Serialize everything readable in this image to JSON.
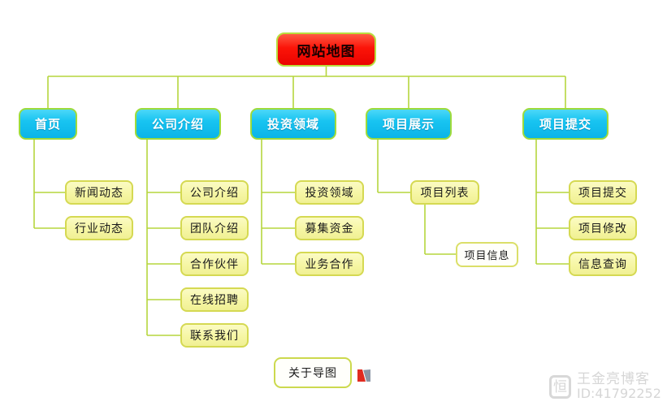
{
  "diagram": {
    "title": "网站地图 sitemap mind-map",
    "root": {
      "label": "网站地图"
    },
    "branches": [
      {
        "label": "首页",
        "children": [
          {
            "label": "新闻动态"
          },
          {
            "label": "行业动态"
          }
        ]
      },
      {
        "label": "公司介绍",
        "children": [
          {
            "label": "公司介绍"
          },
          {
            "label": "团队介绍"
          },
          {
            "label": "合作伙伴"
          },
          {
            "label": "在线招聘"
          },
          {
            "label": "联系我们"
          }
        ]
      },
      {
        "label": "投资领域",
        "children": [
          {
            "label": "投资领域"
          },
          {
            "label": "募集资金"
          },
          {
            "label": "业务合作"
          }
        ]
      },
      {
        "label": "项目展示",
        "children": [
          {
            "label": "项目列表",
            "children": [
              {
                "label": "项目信息"
              }
            ]
          }
        ]
      },
      {
        "label": "项目提交",
        "children": [
          {
            "label": "项目提交"
          },
          {
            "label": "项目修改"
          },
          {
            "label": "信息查询"
          }
        ]
      }
    ],
    "floating": {
      "label": "关于导图"
    }
  },
  "icons": {
    "about_logo": "mindmap-app-logo",
    "watermark_logo_glyph": "恒"
  },
  "watermark": {
    "blog_name": "王金亮博客",
    "id": "ID:41792252"
  },
  "colors": {
    "root_fill": "#fb1408",
    "level1_fill": "#18c4f1",
    "level2_fill": "#f6f6a4",
    "level3_fill": "#fffffa",
    "node_border_green": "#9edb3b",
    "leaf_border": "#d5d952",
    "connector": "#b5d53d",
    "logo_red": "#e02b20",
    "logo_gray": "#8b96a5"
  }
}
